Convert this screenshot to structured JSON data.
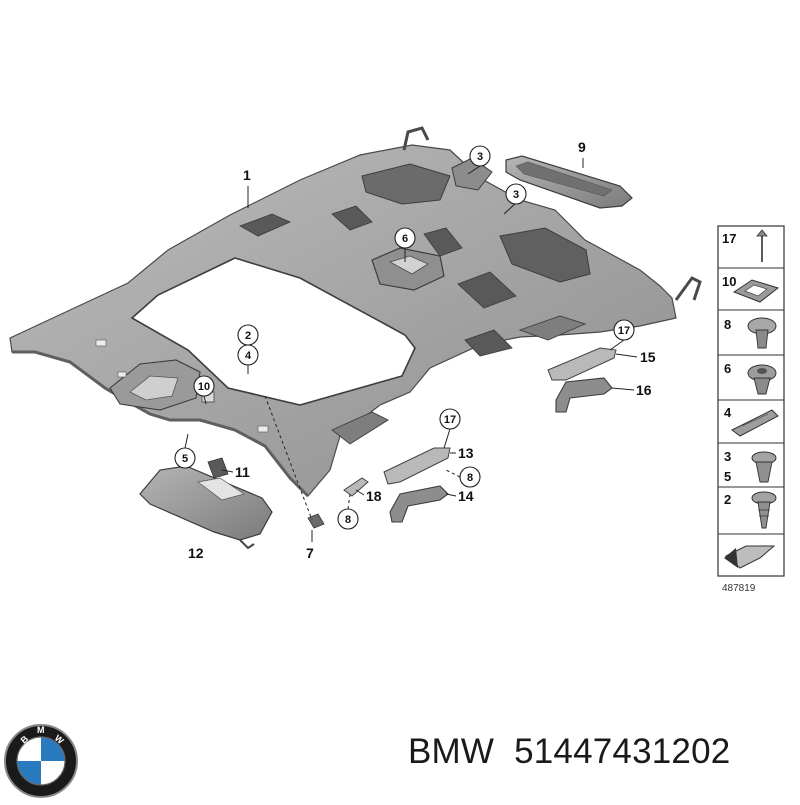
{
  "diagram": {
    "callouts": [
      {
        "label": "1"
      },
      {
        "label": "2"
      },
      {
        "label": "3"
      },
      {
        "label": "3"
      },
      {
        "label": "4"
      },
      {
        "label": "5"
      },
      {
        "label": "6"
      },
      {
        "label": "7"
      },
      {
        "label": "8"
      },
      {
        "label": "8"
      },
      {
        "label": "9"
      },
      {
        "label": "10"
      },
      {
        "label": "11"
      },
      {
        "label": "12"
      },
      {
        "label": "13"
      },
      {
        "label": "14"
      },
      {
        "label": "15"
      },
      {
        "label": "16"
      },
      {
        "label": "17"
      },
      {
        "label": "17"
      },
      {
        "label": "18"
      }
    ]
  },
  "legend": {
    "rows": [
      {
        "label": "17"
      },
      {
        "label": "10"
      },
      {
        "label": "8"
      },
      {
        "label": "6"
      },
      {
        "label": "4"
      },
      {
        "label": "3"
      },
      {
        "label": "5"
      },
      {
        "label": "2"
      }
    ],
    "image_id": "487819"
  },
  "footer": {
    "brand": "BMW",
    "part_number": "51447431202"
  },
  "logo": {
    "icon": "bmw-roundel-icon",
    "lettering": "BMW"
  },
  "colors": {
    "part_gray": "#a9a9a9",
    "part_dark": "#5a5a5a",
    "pad_dark": "#555555",
    "logo_blue": "#2a7ac0"
  }
}
